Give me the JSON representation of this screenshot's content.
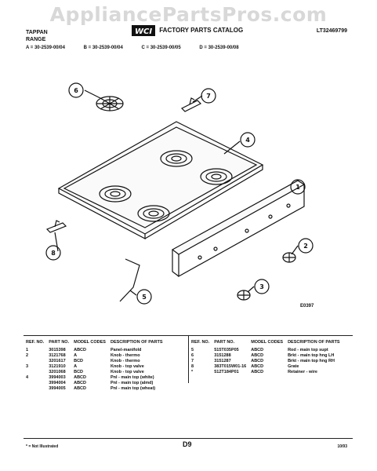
{
  "watermark": "AppliancePartsPros.com",
  "header": {
    "brand_line1": "TAPPAN",
    "brand_line2": "RANGE",
    "catalog_title": "FACTORY PARTS CATALOG",
    "catalog_number": "LT32469799"
  },
  "models": [
    "A = 30-2539-00/04",
    "B = 30-2539-00/04",
    "C = 30-2539-00/05",
    "D = 30-2539-00/08"
  ],
  "diagram": {
    "callouts": [
      "1",
      "2",
      "3",
      "4",
      "5",
      "6",
      "7",
      "8"
    ],
    "code": "E0397"
  },
  "table_headers": {
    "ref": "REF. NO.",
    "part": "PART NO.",
    "model": "MODEL CODES",
    "desc": "DESCRIPTION OF PARTS"
  },
  "left_rows": [
    {
      "ref": "1",
      "part": "3015398",
      "model": "ABCD",
      "desc": "Panel-manifold"
    },
    {
      "ref": "2",
      "part": "3121768",
      "model": "A",
      "desc": "Knob - thermo"
    },
    {
      "ref": "",
      "part": "3201617",
      "model": "BCD",
      "desc": "Knob - thermo"
    },
    {
      "ref": "3",
      "part": "3121910",
      "model": "A",
      "desc": "Knob - top valve"
    },
    {
      "ref": "",
      "part": "3201068",
      "model": "BCD",
      "desc": "Knob - top valve"
    },
    {
      "ref": "4",
      "part": "3994003",
      "model": "ABCD",
      "desc": "Pnl - main top (white)"
    },
    {
      "ref": "",
      "part": "3994004",
      "model": "ABCD",
      "desc": "Pnl - main top (almd)"
    },
    {
      "ref": "",
      "part": "3994005",
      "model": "ABCD",
      "desc": "Pnl - main top (wheat)"
    }
  ],
  "right_rows": [
    {
      "ref": "5",
      "part": "515T035P05",
      "model": "ABCD",
      "desc": "Rod - main top supt"
    },
    {
      "ref": "6",
      "part": "3151288",
      "model": "ABCD",
      "desc": "Brkt - main top hng LH"
    },
    {
      "ref": "7",
      "part": "3151287",
      "model": "ABCD",
      "desc": "Brkt - main top hng RH"
    },
    {
      "ref": "8",
      "part": "383T015W01-16",
      "model": "ABCD",
      "desc": "Grate"
    },
    {
      "ref": "*",
      "part": "512T184P01",
      "model": "ABCD",
      "desc": "Retainer - wire"
    }
  ],
  "footer": {
    "note": "* = Not Illustrated",
    "page": "D9",
    "date": "10/93"
  }
}
